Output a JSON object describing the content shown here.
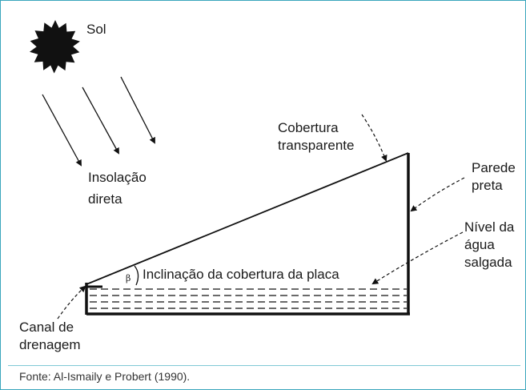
{
  "labels": {
    "sun": "Sol",
    "insolation_line1": "Insolação",
    "insolation_line2": "direta",
    "cover_line1": "Cobertura",
    "cover_line2": "transparente",
    "wall_line1": "Parede",
    "wall_line2": "preta",
    "water_line1": "Nível da",
    "water_line2": "água",
    "water_line3": "salgada",
    "inclination": "Inclinação da cobertura da placa",
    "angle_symbol": "β",
    "drain_line1": "Canal de",
    "drain_line2": "drenagem"
  },
  "caption": "Fonte: Al-Ismaily e Probert (1990).",
  "colors": {
    "frame_border": "#3aa6bd",
    "ink": "#111111"
  }
}
